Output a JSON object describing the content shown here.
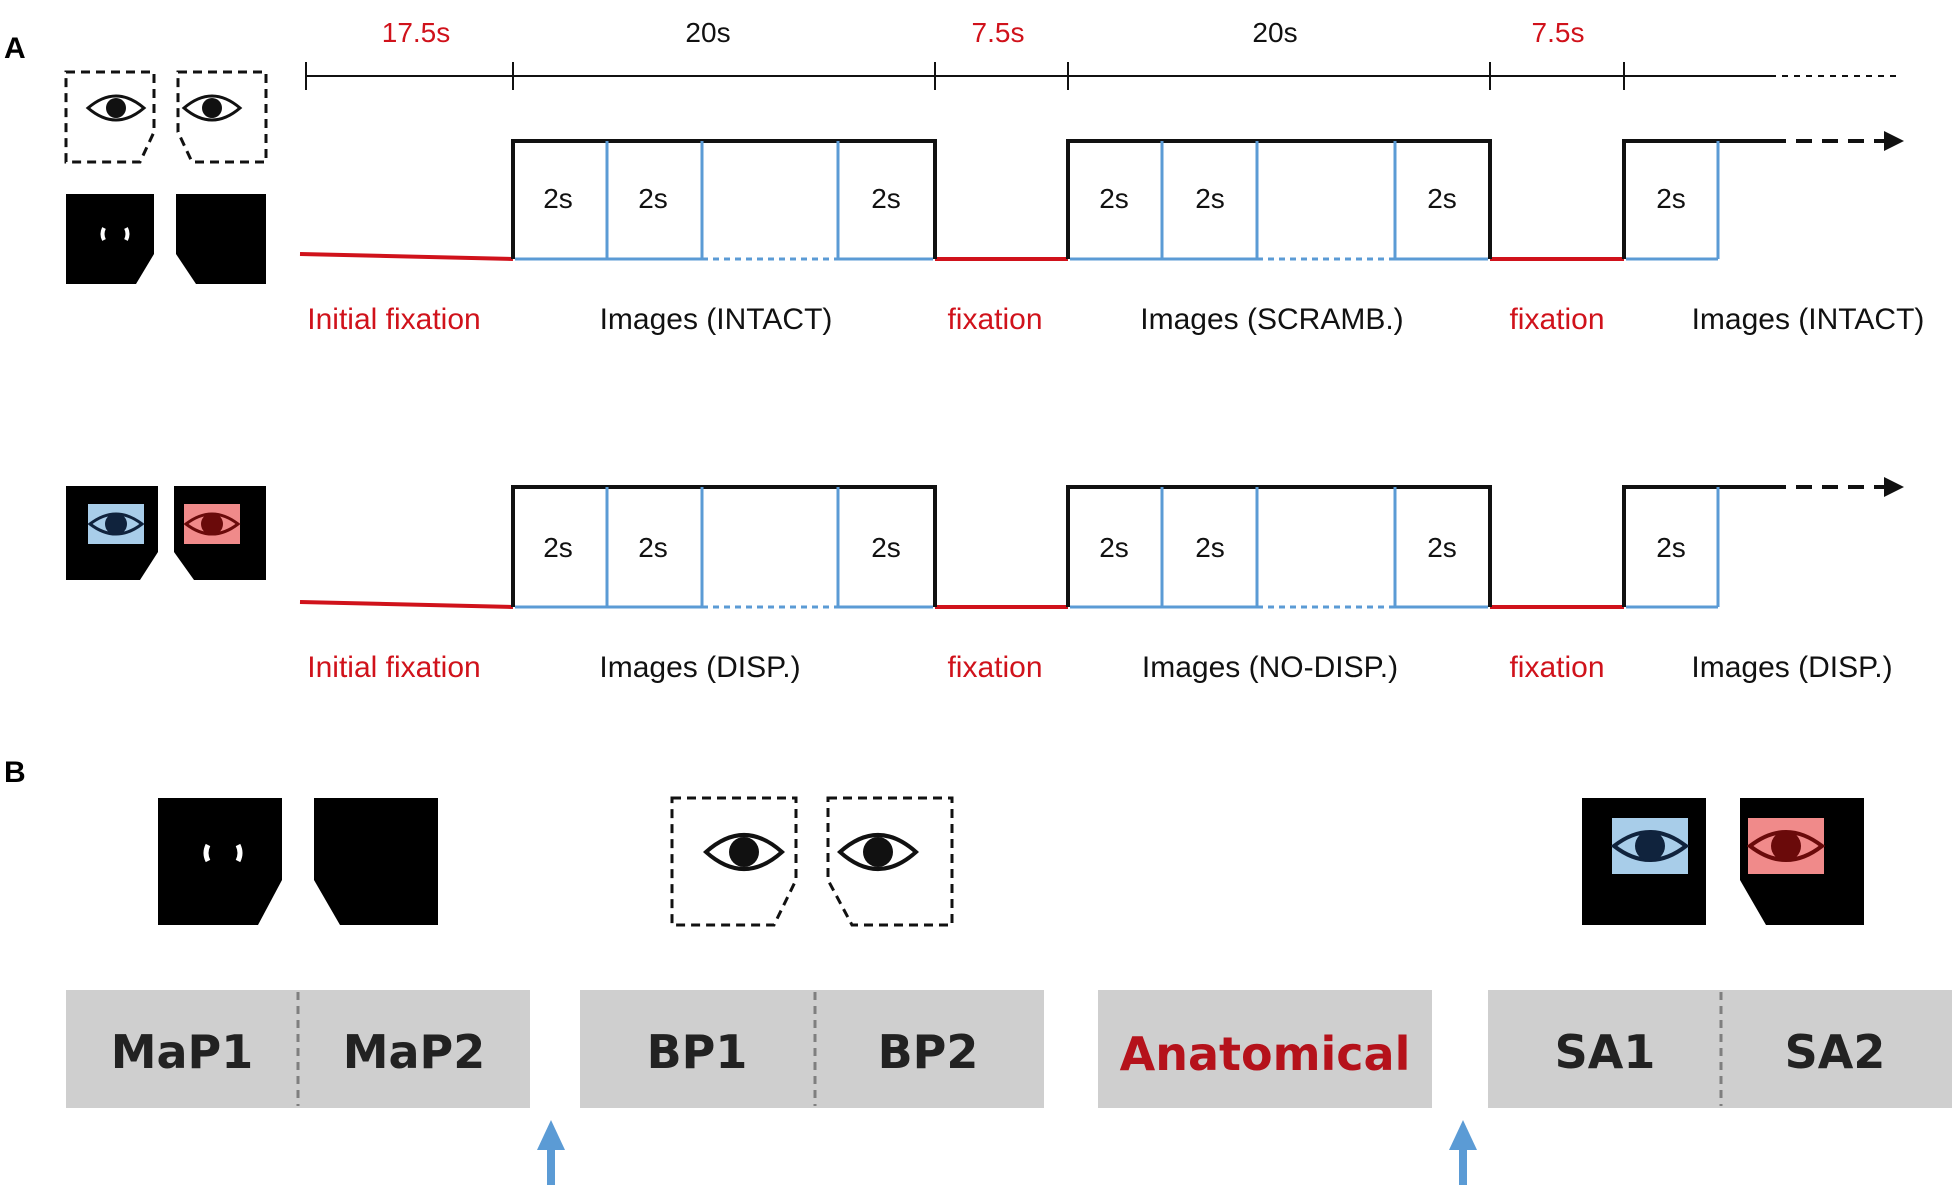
{
  "panel_a": {
    "label": "A",
    "timeline": {
      "segments": [
        {
          "label": "17.5s",
          "color": "red"
        },
        {
          "label": "20s",
          "color": "black"
        },
        {
          "label": "7.5s",
          "color": "red"
        },
        {
          "label": "20s",
          "color": "black"
        },
        {
          "label": "7.5s",
          "color": "red"
        }
      ]
    },
    "rows": [
      {
        "blocks": [
          "2s",
          "2s",
          "2s",
          "2s",
          "2s",
          "2s",
          "2s"
        ],
        "phases": [
          {
            "label": "Initial fixation",
            "color": "red"
          },
          {
            "label": "Images (INTACT)",
            "color": "black"
          },
          {
            "label": "fixation",
            "color": "red"
          },
          {
            "label": "Images (SCRAMB.)",
            "color": "black"
          },
          {
            "label": "fixation",
            "color": "red"
          },
          {
            "label": "Images (INTACT)",
            "color": "black"
          }
        ]
      },
      {
        "blocks": [
          "2s",
          "2s",
          "2s",
          "2s",
          "2s",
          "2s",
          "2s"
        ],
        "phases": [
          {
            "label": "Initial fixation",
            "color": "red"
          },
          {
            "label": "Images (DISP.)",
            "color": "black"
          },
          {
            "label": "fixation",
            "color": "red"
          },
          {
            "label": "Images (NO-DISP.)",
            "color": "black"
          },
          {
            "label": "fixation",
            "color": "red"
          },
          {
            "label": "Images (DISP.)",
            "color": "black"
          }
        ]
      }
    ]
  },
  "panel_b": {
    "label": "B",
    "runs": [
      {
        "parts": [
          "MaP1",
          "MaP2"
        ]
      },
      {
        "parts": [
          "BP1",
          "BP2"
        ]
      },
      {
        "parts": [
          "Anatomical"
        ],
        "highlight": true
      },
      {
        "parts": [
          "SA1",
          "SA2"
        ]
      }
    ]
  },
  "colors": {
    "fixation_red": "#d0121b",
    "block_blue": "#5b9bd5",
    "run_gray": "#cfcfcf",
    "arrow_blue": "#5b9bd5",
    "eye_blue": "#a8cde9",
    "eye_red": "#f08a8a"
  },
  "icons": [
    "eye-icon",
    "eye-patch-icon",
    "anaglyph-eye-icon",
    "arrow-up-icon"
  ]
}
